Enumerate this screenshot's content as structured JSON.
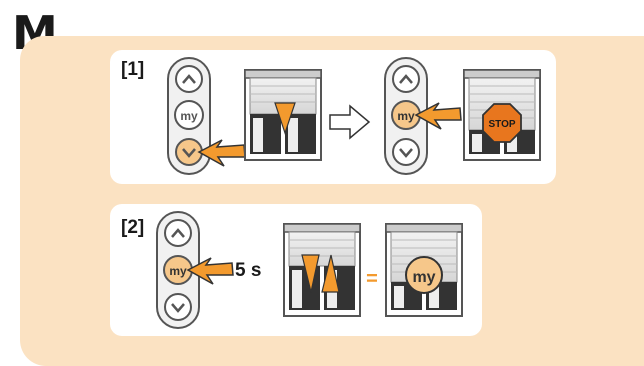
{
  "figure": {
    "letter": "M",
    "step1": {
      "label": "[1]",
      "my_text": "my",
      "stop_text": "STOP"
    },
    "step2": {
      "label": "[2]",
      "my_text": "my",
      "duration": "5 s",
      "equals": "=",
      "badge_text": "my"
    }
  },
  "colors": {
    "background": "#fbe2c2",
    "panel": "#ffffff",
    "accent": "#f39a2e",
    "dark": "#333333",
    "stop": "#e8761e"
  }
}
